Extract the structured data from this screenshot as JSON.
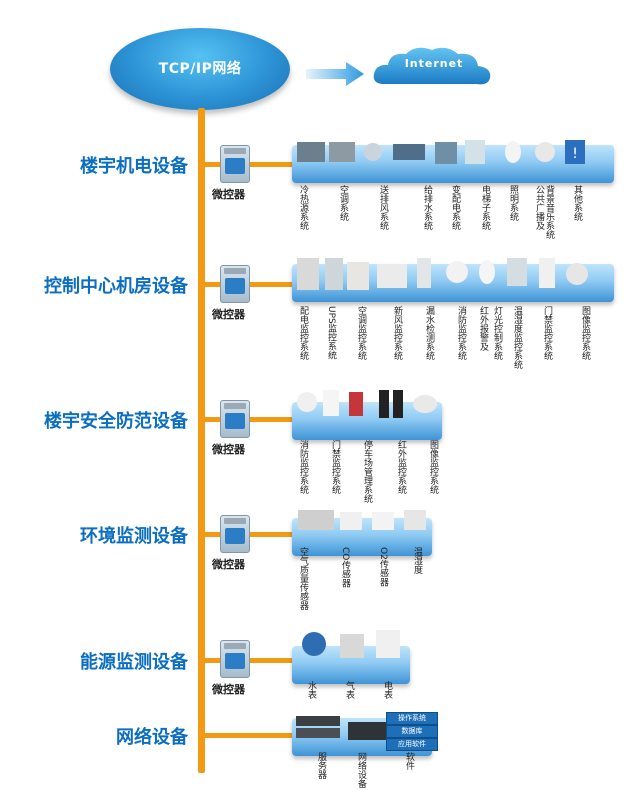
{
  "hub": {
    "label": "TCP/IP网络"
  },
  "cloud": {
    "label": "Internet"
  },
  "controller_label": "微控器",
  "categories": [
    {
      "label": "楼宇机电设备",
      "subs": [
        "冷热源系统",
        "空调系统",
        "送排风系统",
        "给排水系统",
        "变配电系统",
        "电梯子系统",
        "照明系统",
        "背景音乐系统公共广播及",
        "其他系统"
      ]
    },
    {
      "label": "控制中心机房设备",
      "subs": [
        "配电监控系统",
        "UPS监控系统",
        "空调监控系统",
        "新风监控系统",
        "漏水检测系统",
        "消防监控系统",
        "红外报警及",
        "灯光控制系统",
        "温湿度监控系统",
        "门禁监控系统",
        "图像监控系统"
      ]
    },
    {
      "label": "楼宇安全防范设备",
      "subs": [
        "消防监控系统",
        "门禁监控系统",
        "停车场管理系统",
        "红外监控系统",
        "图像监控系统"
      ]
    },
    {
      "label": "环境监测设备",
      "subs": [
        "空气质量传感器",
        "CO传感器",
        "O2传感器",
        "温湿度"
      ]
    },
    {
      "label": "能源监测设备",
      "subs": [
        "水表",
        "气表",
        "电表"
      ]
    },
    {
      "label": "网络设备",
      "subs": [
        "服务器",
        "网络设备",
        "软件"
      ]
    }
  ],
  "software_boxes": [
    "操作系统",
    "数据库",
    "应用软件"
  ]
}
